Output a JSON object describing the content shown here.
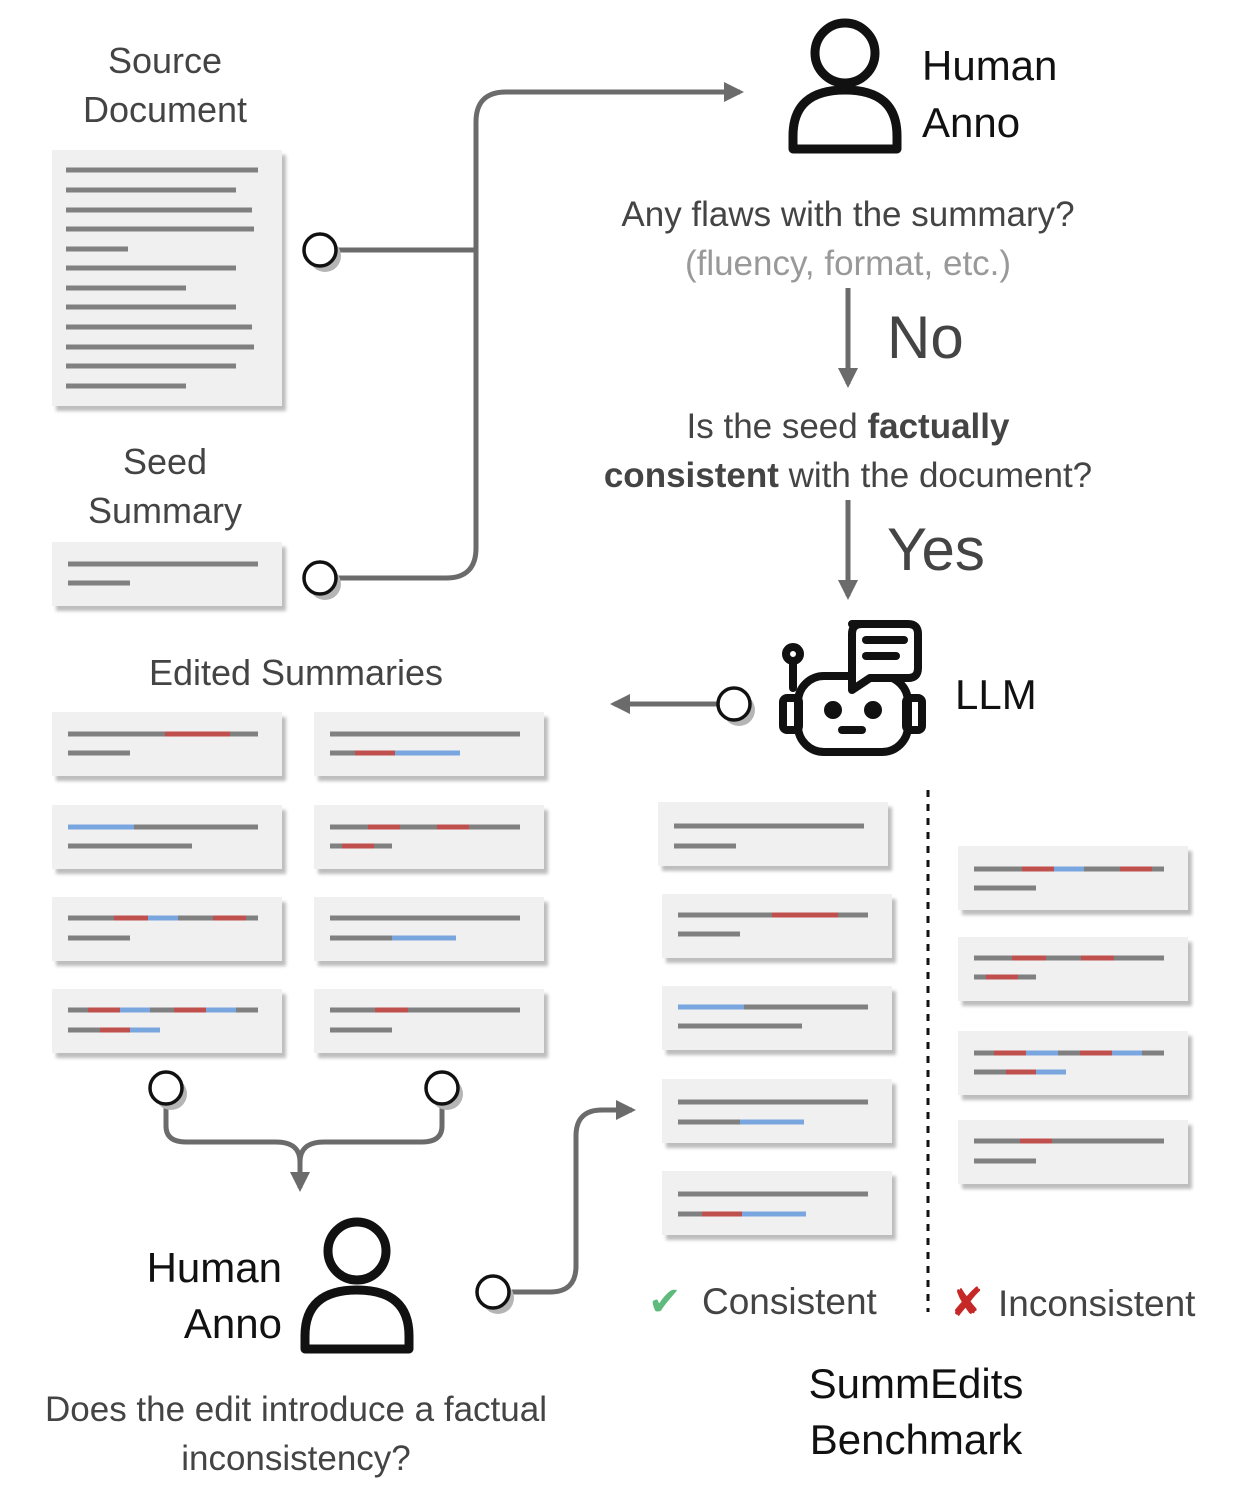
{
  "source_document": {
    "line1": "Source",
    "line2": "Document"
  },
  "seed_summary": {
    "line1": "Seed",
    "line2": "Summary"
  },
  "edited_summaries": {
    "title": "Edited Summaries"
  },
  "human_anno_top": {
    "line1": "Human",
    "line2": "Anno"
  },
  "question1": {
    "line1": "Any flaws with the summary?",
    "line2": "(fluency, format, etc.)"
  },
  "answer_no": "No",
  "question2": {
    "pre": "Is the seed ",
    "bold1": "factually",
    "bold2": "consistent",
    "post": " with the document?"
  },
  "answer_yes": "Yes",
  "llm_label": "LLM",
  "human_anno_bottom": {
    "line1": "Human",
    "line2": "Anno"
  },
  "question3": {
    "line1": "Does the edit introduce a factual",
    "line2": "inconsistency?"
  },
  "consistent_label": "Consistent",
  "inconsistent_label": "Inconsistent",
  "benchmark": {
    "line1": "SummEdits",
    "line2": "Benchmark"
  },
  "check_mark": "✔",
  "cross_mark": "✘",
  "colors": {
    "gray_line": "#808080",
    "red": "#c0504d",
    "blue": "#7aa6e0",
    "arrow": "#6b6b6b",
    "green": "#5fba7d",
    "cross": "#c62828"
  }
}
